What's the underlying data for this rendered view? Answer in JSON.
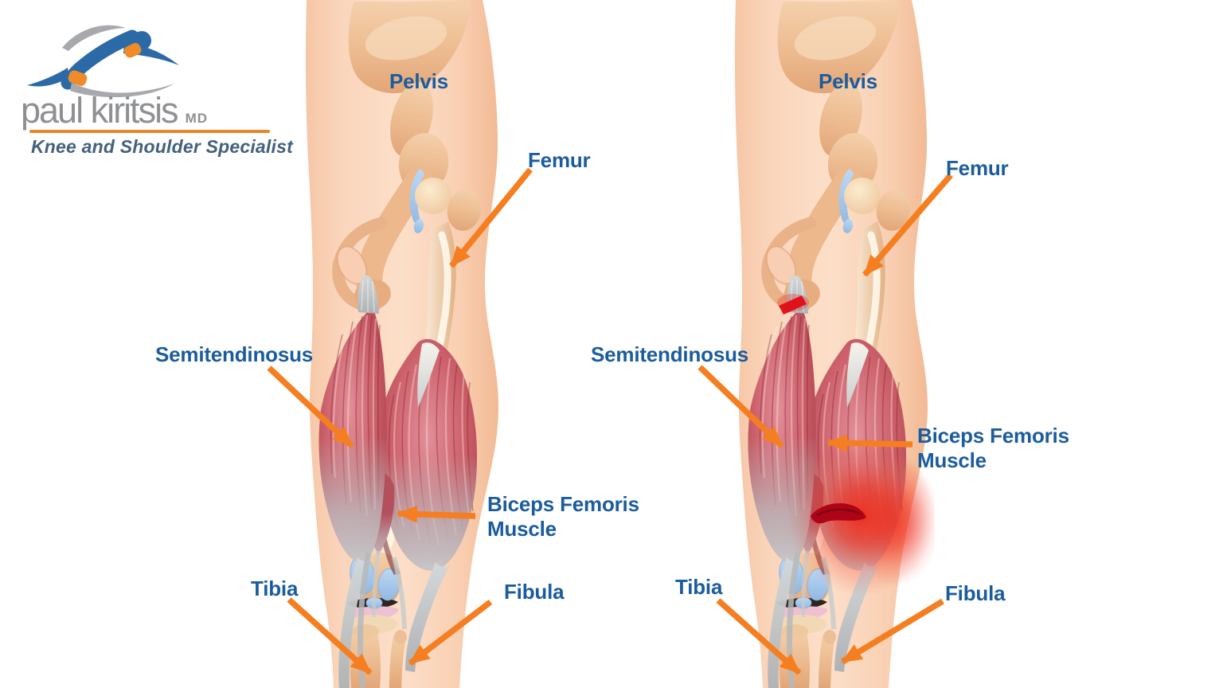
{
  "brand": {
    "name": "paul kiritsis",
    "credential": "MD",
    "tagline": "Knee and Shoulder Specialist",
    "icon": "running-figure-icon"
  },
  "figure": {
    "panels": [
      {
        "id": "normal-anatomy",
        "labels": {
          "pelvis": "Pelvis",
          "femur": "Femur",
          "semitendinosus": "Semitendinosus",
          "biceps_femoris_line1": "Biceps Femoris",
          "biceps_femoris_line2": "Muscle",
          "tibia": "Tibia",
          "fibula": "Fibula"
        }
      },
      {
        "id": "injured-anatomy",
        "labels": {
          "pelvis": "Pelvis",
          "femur": "Femur",
          "semitendinosus": "Semitendinosus",
          "biceps_femoris_line1": "Biceps Femoris",
          "biceps_femoris_line2": "Muscle",
          "tibia": "Tibia",
          "fibula": "Fibula"
        }
      }
    ]
  },
  "colors": {
    "background": "#ffffff",
    "label_text": "#1b5c9e",
    "arrow_orange": "#f57e20",
    "skin": "#fbd8c1",
    "bone": "#edbd92",
    "muscle_red": "#c75a63",
    "muscle_dark": "#96333f",
    "cartilage_blue": "#a9cdf0",
    "tendon_gray": "#c3c7c9",
    "injury_red": "#e00b14",
    "tear_dark": "#ad0517",
    "logo_gray": "#8e9093",
    "logo_blue": "#2b6aa6",
    "logo_orange": "#e7872c",
    "tagline_color": "#44607e"
  }
}
